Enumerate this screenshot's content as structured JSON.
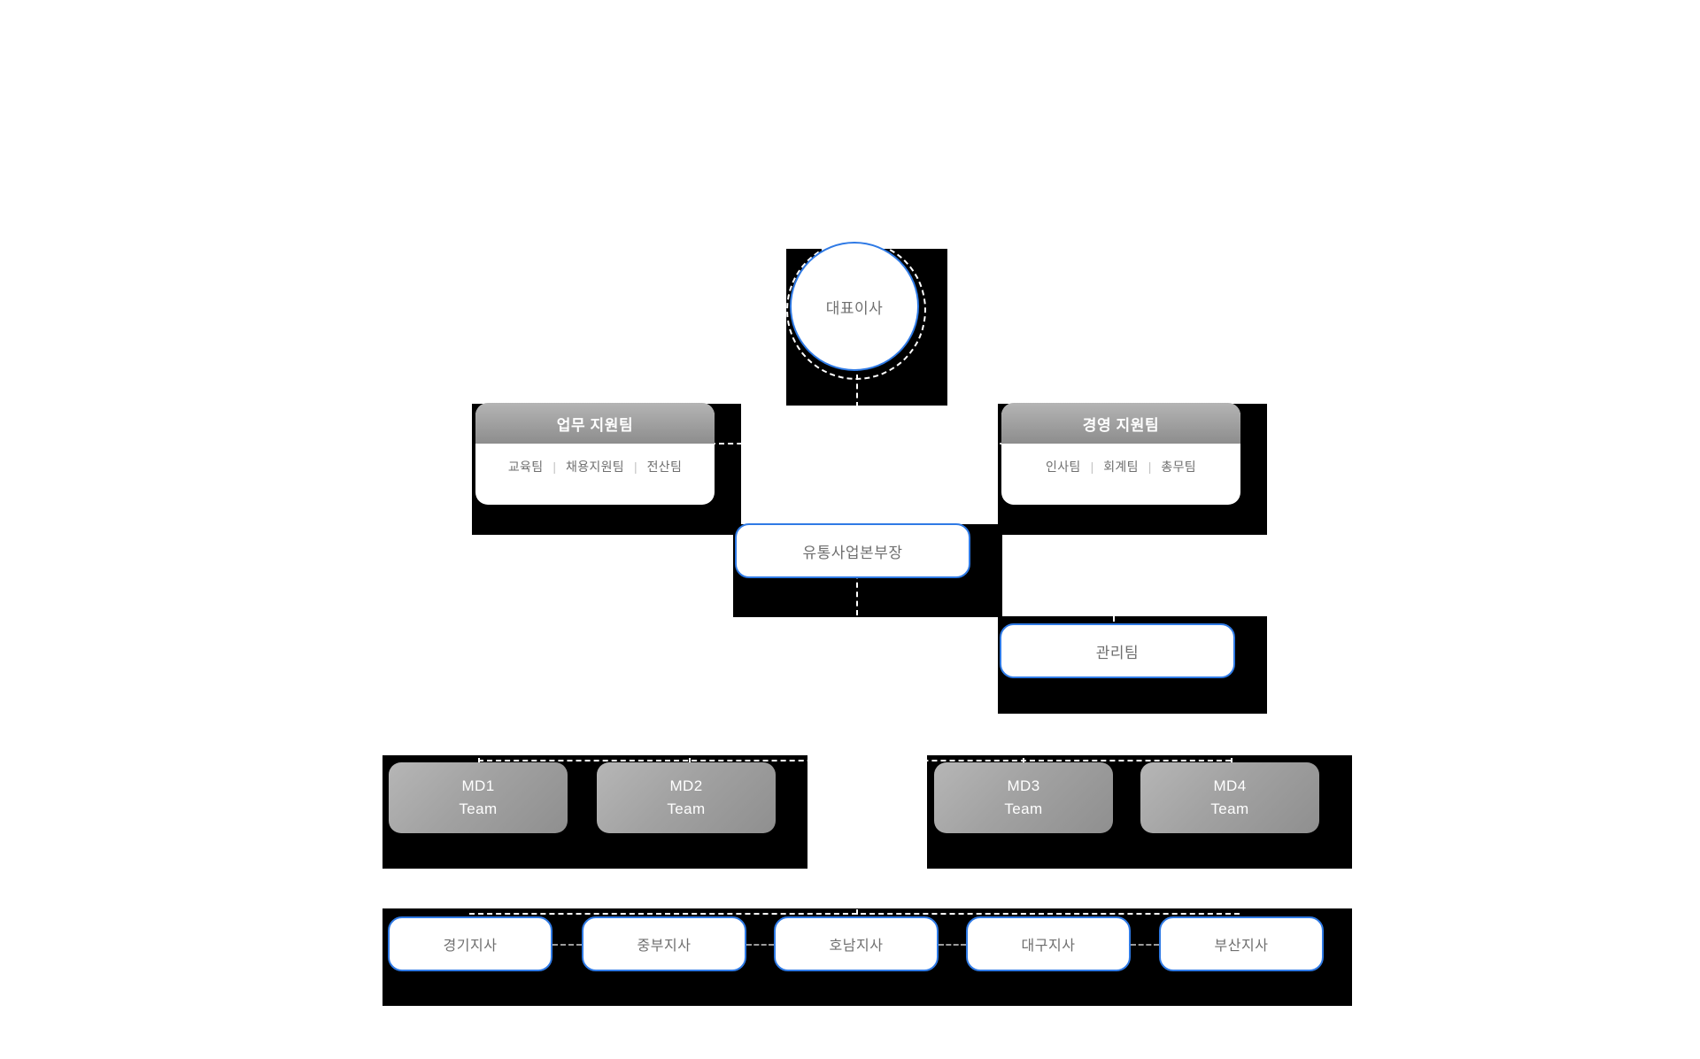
{
  "chart": {
    "type": "org-chart",
    "title": "",
    "colors": {
      "node_border": "#2f7ae5",
      "node_fill": "#ffffff",
      "node_text": "#6f6f6f",
      "card_header_top": "#b4b4b4",
      "card_header_bottom": "#8d8d8d",
      "card_header_text": "#ffffff",
      "md_gradient_start": "#b6b6b6",
      "md_gradient_end": "#8f8f8f",
      "shadow_plate": "#000000",
      "connector_dashed": "#ffffff",
      "separator": "#c3c3c3"
    }
  },
  "ceo": {
    "label": "대표이사"
  },
  "support_teams": [
    {
      "id": "business-support",
      "title": "업무 지원팀",
      "sub_teams": [
        "교육팀",
        "채용지원팀",
        "전산팀"
      ],
      "separator": "|"
    },
    {
      "id": "management-support",
      "title": "경영 지원팀",
      "sub_teams": [
        "인사팀",
        "회계팀",
        "총무팀"
      ],
      "separator": "|"
    }
  ],
  "division_head": {
    "label": "유통사업본부장"
  },
  "management_team": {
    "label": "관리팀"
  },
  "md_teams": [
    {
      "id": "md1",
      "name": "MD1",
      "suffix": "Team",
      "group": "left"
    },
    {
      "id": "md2",
      "name": "MD2",
      "suffix": "Team",
      "group": "left"
    },
    {
      "id": "md3",
      "name": "MD3",
      "suffix": "Team",
      "group": "right"
    },
    {
      "id": "md4",
      "name": "MD4",
      "suffix": "Team",
      "group": "right"
    }
  ],
  "branch_offices": [
    {
      "id": "gyeonggi",
      "label": "경기지사"
    },
    {
      "id": "jungbu",
      "label": "중부지사"
    },
    {
      "id": "honam",
      "label": "호남지사"
    },
    {
      "id": "daegu",
      "label": "대구지사"
    },
    {
      "id": "busan",
      "label": "부산지사"
    }
  ]
}
